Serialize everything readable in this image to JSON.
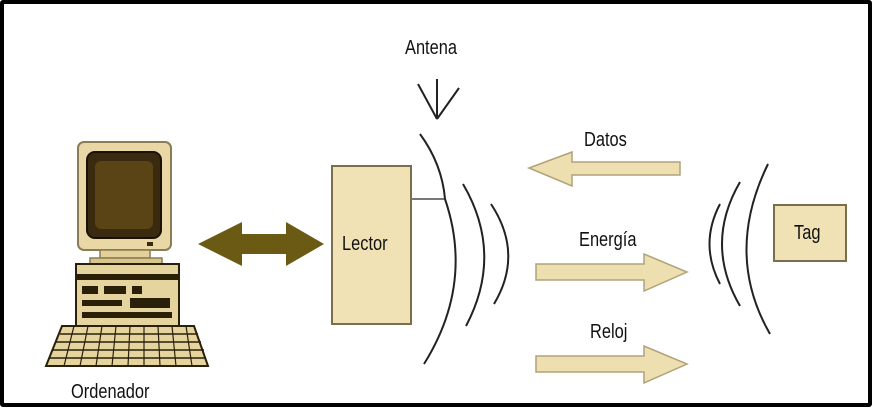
{
  "labels": {
    "antenna": "Antena",
    "reader": "Lector",
    "tag": "Tag",
    "data": "Datos",
    "energy": "Energía",
    "clock": "Reloj",
    "computer": "Ordenador"
  },
  "colors": {
    "box_fill": "#f0e2b5",
    "box_stroke": "#7a6e4f",
    "arrow_fill": "#eedfb0",
    "arrow_stroke": "#b1a27a",
    "double_arrow": "#6b5a14",
    "lines": "#222222"
  },
  "icons": {
    "computer": "desktop-computer-icon",
    "antenna": "antenna-icon"
  }
}
